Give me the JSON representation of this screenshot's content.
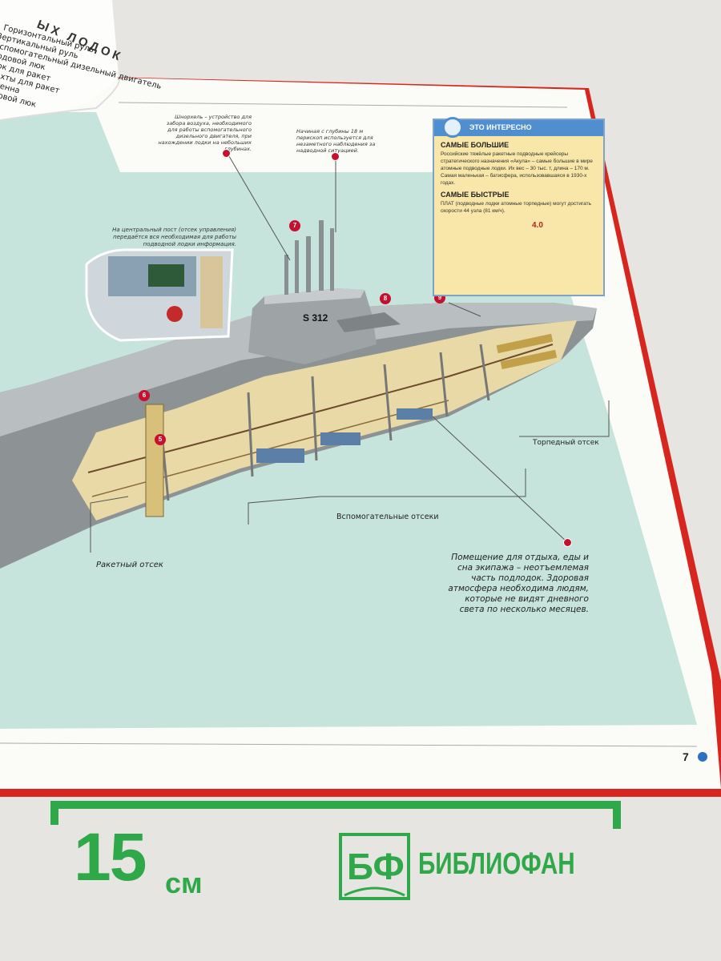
{
  "left_page": {
    "header_fragment": "ЫХ ЛОДОК",
    "items": [
      "Горизонтальный руль",
      "Вертикальный руль",
      "Вспомогательный дизельный двигатель",
      "Ходовой люк",
      "Люк для ракет",
      "Шахты для ракет",
      "Антенна",
      "Ходовой люк"
    ]
  },
  "annotations": {
    "snorkel": "Шнорхель – устройство для забора воздуха, необходимого для работы вспомогательного дизельного двигателя, при нахождении лодки на небольших глубинах.",
    "periscope": "Начиная с глубины 18 м перископ используется для незаметного наблюдения за надводной ситуацией.",
    "control_room": "На центральный пост (отсек управления) передаётся вся необходимая для работы подводной лодки информация.",
    "crew": "Помещение для отдыха, еды и сна экипажа – неотъемлемая часть подлодок. Здоровая атмосфера необходима людям, которые не видят дневного света по несколько месяцев."
  },
  "compartments": {
    "torpedo": "Торпедный отсек",
    "auxiliary": "Вспомогательные отсеки",
    "missile": "Ракетный отсек"
  },
  "markers": [
    "7",
    "8",
    "9",
    "6",
    "5"
  ],
  "hull_number": "S 312",
  "info_box": {
    "header": "ЭТО ИНТЕРЕСНО",
    "h1": "САМЫЕ БОЛЬШИЕ",
    "p1": "Российские тяжёлые ракетные подводные крейсеры стратегического назначения «Акула» – самые большие в мире атомные подводные лодки. Их вес – 30 тыс. т, длина – 170 м. Самая маленькая – батисфера, использовавшаяся в 1930-х годах.",
    "h2": "САМЫЕ БЫСТРЫЕ",
    "p2": "ПЛАТ (подводные лодки атомные торпедные) могут достигать скорости 44 узла (81 км/ч).",
    "cartoon_sign": "4.0"
  },
  "page_number": "7",
  "watermark": {
    "size": "15",
    "unit": "см",
    "logo": "БФ",
    "brand": "БИБЛИОФАН"
  },
  "colors": {
    "sea": "#bfe0d8",
    "book_red": "#d7261e",
    "info_yellow": "#f8e7a8",
    "info_blue": "#4f8fd0",
    "watermark_green": "#2fa84a",
    "marker_red": "#c8102e"
  }
}
